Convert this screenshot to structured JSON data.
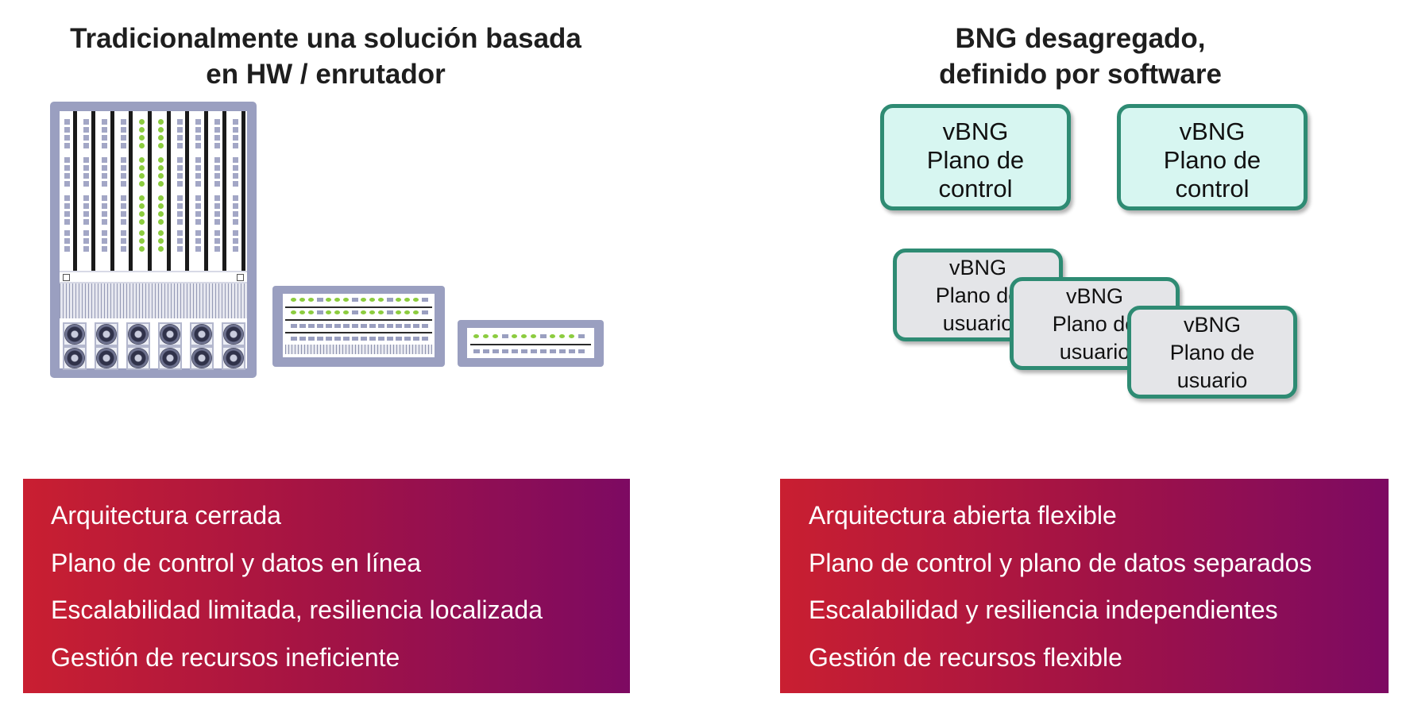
{
  "left": {
    "title_line1": "Tradicionalmente una solución basada",
    "title_line2": "en HW / enrutador",
    "features": [
      "Arquitectura cerrada",
      "Plano de control y datos en línea",
      "Escalabilidad limitada, resiliencia localizada",
      "Gestión de recursos ineficiente"
    ]
  },
  "right": {
    "title_line1": "BNG desagregado,",
    "title_line2": "definido por software",
    "control_planes": [
      {
        "name": "vBNG",
        "line2": "Plano de",
        "line3": "control"
      },
      {
        "name": "vBNG",
        "line2": "Plano de",
        "line3": "control"
      }
    ],
    "user_planes": [
      {
        "name": "vBNG",
        "line2": "Plano de",
        "line3": "usuario"
      },
      {
        "name": "vBNG",
        "line2": "Plano de",
        "line3": "usuario"
      },
      {
        "name": "vBNG",
        "line2": "Plano de",
        "line3": "usuario"
      }
    ],
    "features": [
      "Arquitectura abierta flexible",
      "Plano de control y plano de datos separados",
      "Escalabilidad y resiliencia independientes",
      "Gestión de recursos flexible"
    ]
  },
  "colors": {
    "chassis": "#9a9fc0",
    "led_green": "#8ccc3f",
    "vbng_border": "#2e8b73",
    "control_fill": "#d7f6f1",
    "user_fill": "#e4e5e8",
    "panel_gradient_start": "#c91f31",
    "panel_gradient_end": "#7d0a62"
  }
}
